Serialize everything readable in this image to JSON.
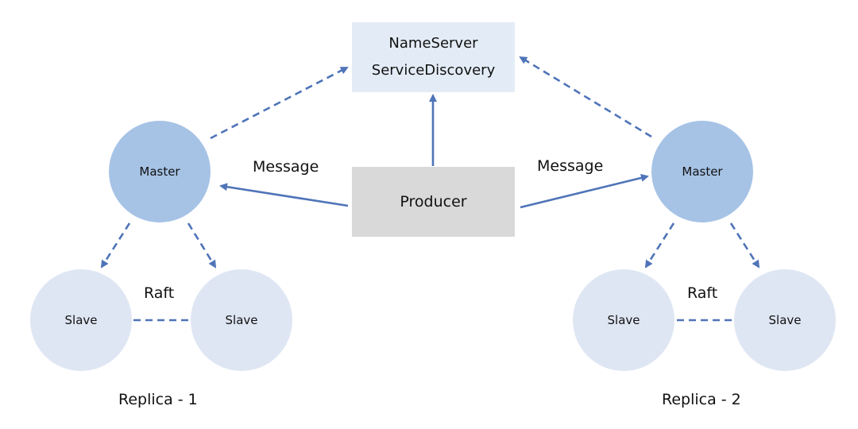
{
  "nameserver": {
    "line1": "NameServer",
    "line2": "ServiceDiscovery"
  },
  "producer": {
    "label": "Producer"
  },
  "messages": {
    "left": "Message",
    "right": "Message"
  },
  "replicas": [
    {
      "label": "Replica - 1",
      "master": "Master",
      "slaves": [
        "Slave",
        "Slave"
      ],
      "link": "Raft"
    },
    {
      "label": "Replica - 2",
      "master": "Master",
      "slaves": [
        "Slave",
        "Slave"
      ],
      "link": "Raft"
    }
  ],
  "colors": {
    "edge": "#4f74b8",
    "nameserver_fill": "#e3ecf6",
    "producer_fill": "#d9d9d9",
    "master_fill": "#a6c3e6",
    "slave_fill": "#dfe6f3"
  }
}
